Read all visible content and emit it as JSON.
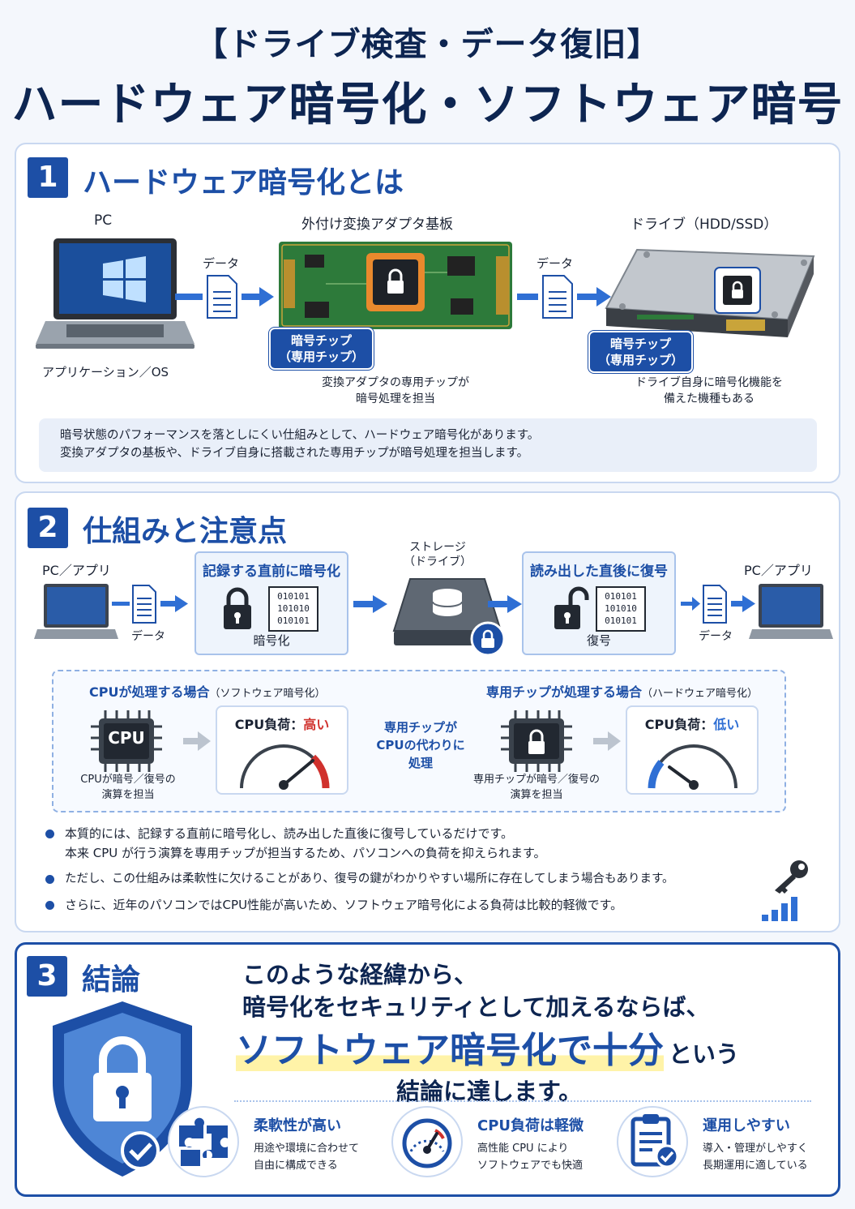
{
  "header": {
    "subtitle": "【ドライブ検査・データ復旧】",
    "title": "ハードウェア暗号化・ソフトウェア暗号化"
  },
  "section1": {
    "number": "1",
    "title": "ハードウェア暗号化とは",
    "pc_label": "PC",
    "pc_caption": "アプリケーション／OS",
    "adapter_label": "外付け変換アダプタ基板",
    "drive_label": "ドライブ（HDD/SSD）",
    "data_label_1": "データ",
    "data_label_2": "データ",
    "chip_badge_1": [
      "暗号チップ",
      "（専用チップ）"
    ],
    "chip_badge_2": [
      "暗号チップ",
      "（専用チップ）"
    ],
    "adapter_caption": [
      "変換アダプタの専用チップが",
      "暗号処理を担当"
    ],
    "drive_caption": [
      "ドライブ自身に暗号化機能を",
      "備えた機種もある"
    ],
    "info": [
      "暗号状態のパフォーマンスを落としにくい仕組みとして、ハードウェア暗号化があります。",
      "変換アダプタの基板や、ドライブ自身に搭載された専用チップが暗号処理を担当します。"
    ]
  },
  "section2": {
    "number": "2",
    "title": "仕組みと注意点",
    "pc_left": "PC／アプリ",
    "pc_right": "PC／アプリ",
    "data_left": "データ",
    "data_right": "データ",
    "encrypt_box_title": "記録する直前に暗号化",
    "encrypt_box_caption": "暗号化",
    "storage_label": [
      "ストレージ",
      "（ドライブ）"
    ],
    "decrypt_box_title": "読み出した直後に復号",
    "decrypt_box_caption": "復号",
    "binary": [
      "010101",
      "101010",
      "010101"
    ],
    "cpu_head": "CPUが処理する場合",
    "cpu_head_sub": "（ソフトウェア暗号化）",
    "chip_head": "専用チップが処理する場合",
    "chip_head_sub": "（ハードウェア暗号化）",
    "cpu_chip_text": "CPU",
    "cpu_caption": [
      "CPUが暗号／復号の",
      "演算を担当"
    ],
    "chip_caption": [
      "専用チップが暗号／復号の",
      "演算を担当"
    ],
    "load_label": "CPU負荷：",
    "load_high": "高い",
    "load_low": "低い",
    "middle_text": [
      "専用チップが",
      "CPUの代わりに",
      "処理"
    ],
    "bullets": [
      "本質的には、記録する直前に暗号化し、読み出した直後に復号しているだけです。",
      "本来 CPU が行う演算を専用チップが担当するため、パソコンへの負荷を抑えられます。",
      "ただし、この仕組みは柔軟性に欠けることがあり、復号の鍵がわかりやすい場所に存在してしまう場合もあります。",
      "さらに、近年のパソコンではCPU性能が高いため、ソフトウェア暗号化による負荷は比較的軽微です。"
    ]
  },
  "section3": {
    "number": "3",
    "title": "結論",
    "line1": "このような経緯から、",
    "line2": "暗号化をセキュリティとして加えるならば、",
    "line3_highlight": "ソフトウェア暗号化で十分",
    "line3_tail": "という",
    "line4": "結論に達します。",
    "features": [
      {
        "icon": "puzzle-icon",
        "title": "柔軟性が高い",
        "desc": [
          "用途や環境に合わせて",
          "自由に構成できる"
        ]
      },
      {
        "icon": "gauge-icon",
        "title": "CPU負荷は軽微",
        "desc": [
          "高性能 CPU により",
          "ソフトウェアでも快適"
        ]
      },
      {
        "icon": "clipboard-icon",
        "title": "運用しやすい",
        "desc": [
          "導入・管理がしやすく",
          "長期運用に適している"
        ]
      }
    ]
  },
  "colors": {
    "primary": "#1d4fa6",
    "navy": "#0d2551",
    "high": "#d0312d",
    "low": "#2f6fd4",
    "highlight": "#fff3a8"
  }
}
